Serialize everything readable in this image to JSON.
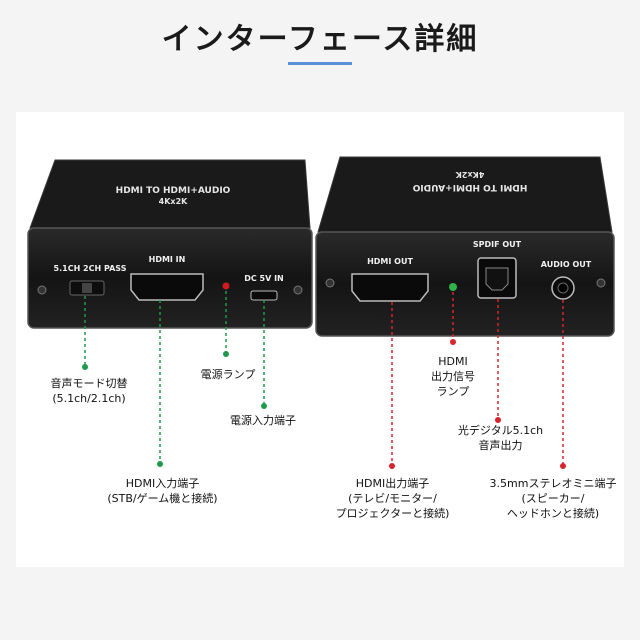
{
  "page": {
    "title": "インターフェース詳細"
  },
  "device_left": {
    "top_text_1": "HDMI TO HDMI+AUDIO",
    "top_text_2": "4Kx2K",
    "switch_label": "5.1CH 2CH PASS",
    "hdmi_label": "HDMI IN",
    "dc_label": "DC 5V IN"
  },
  "device_right": {
    "top_text_1": "HDMI TO HDMI+AUDIO",
    "top_text_2": "4Kx2K",
    "hdmi_label": "HDMI OUT",
    "spdif_label": "SPDIF OUT",
    "audio_label": "AUDIO OUT"
  },
  "callouts": {
    "mode_switch": [
      "音声モード切替",
      "(5.1ch/2.1ch)"
    ],
    "power_lamp": [
      "電源ランプ"
    ],
    "power_input": [
      "電源入力端子"
    ],
    "hdmi_in": [
      "HDMI入力端子",
      "(STB/ゲーム機と接続)"
    ],
    "hdmi_lamp": [
      "HDMI",
      "出力信号",
      "ランプ"
    ],
    "optical_out": [
      "光デジタル5.1ch",
      "音声出力"
    ],
    "hdmi_out": [
      "HDMI出力端子",
      "(テレビ/モニター/",
      "プロジェクターと接続)"
    ],
    "audio_jack": [
      "3.5mmステレオミニ端子",
      "(スピーカー/",
      "ヘッドホンと接続)"
    ]
  },
  "colors": {
    "green_line": "#1f9a4c",
    "red_line": "#d8242c",
    "accent": "#5b8fd6",
    "device": "#1b1b1b"
  }
}
